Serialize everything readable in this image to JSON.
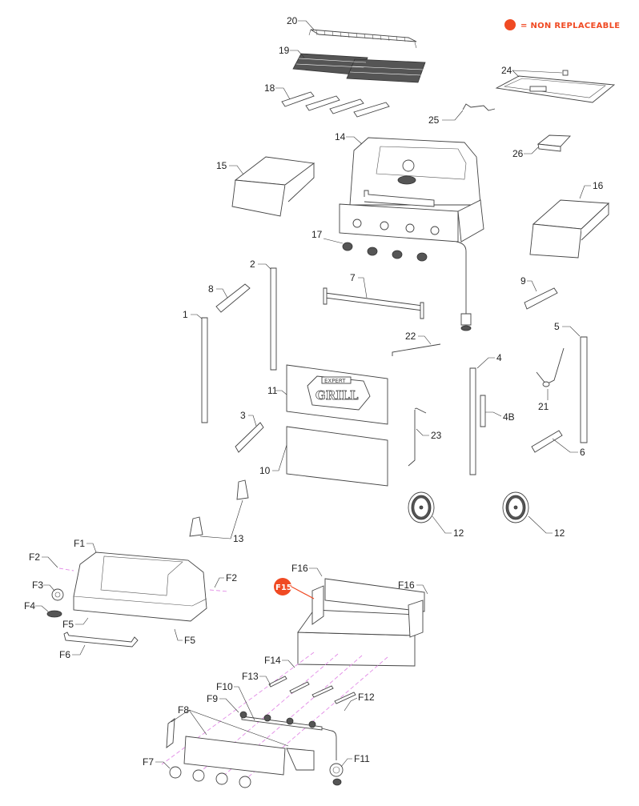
{
  "legend": {
    "marker_color": "#f04a23",
    "text": "= NON REPLACEABLE"
  },
  "parts": {
    "p1": "1",
    "p2": "2",
    "p3": "3",
    "p4": "4",
    "p4b": "4B",
    "p5": "5",
    "p6": "6",
    "p7": "7",
    "p8": "8",
    "p9": "9",
    "p10": "10",
    "p11": "11",
    "p12a": "12",
    "p12b": "12",
    "p13": "13",
    "p14": "14",
    "p15": "15",
    "p16": "16",
    "p17": "17",
    "p18": "18",
    "p19": "19",
    "p20": "20",
    "p21": "21",
    "p22": "22",
    "p23": "23",
    "p24": "24",
    "p25": "25",
    "p26": "26"
  },
  "fparts": {
    "f1": "F1",
    "f2a": "F2",
    "f2b": "F2",
    "f3": "F3",
    "f4": "F4",
    "f5a": "F5",
    "f5b": "F5",
    "f6": "F6",
    "f7": "F7",
    "f8": "F8",
    "f9": "F9",
    "f10": "F10",
    "f11": "F11",
    "f12": "F12",
    "f13": "F13",
    "f14": "F14",
    "f15": "F15",
    "f16a": "F16",
    "f16b": "F16"
  },
  "non_replaceable": [
    "F15"
  ],
  "logo": {
    "line1": "EXPERT",
    "line2": "GRILL"
  }
}
